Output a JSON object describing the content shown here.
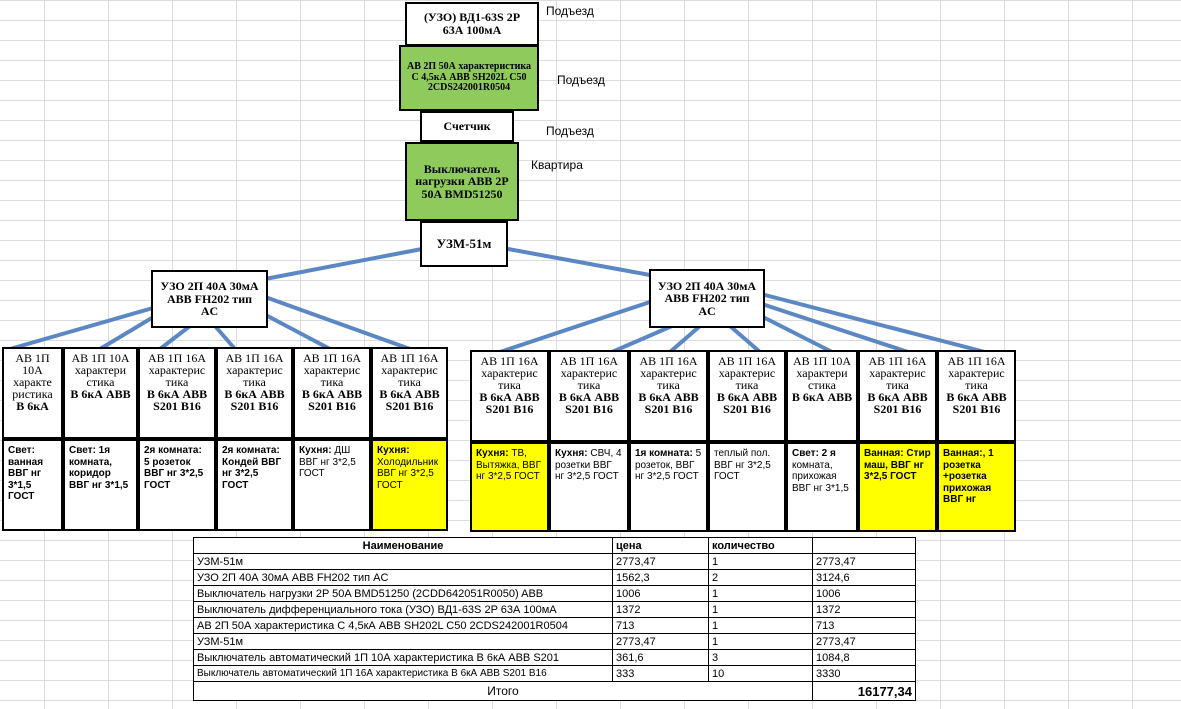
{
  "top": {
    "rcd_main": "(УЗО) ВД1-63S 2P 63А 100мА",
    "breaker_main": "АВ 2П 50А характеристика С 4,5кА ABB SH202L C50 2CDS242001R0504",
    "meter": "Счетчик",
    "load_switch": "Выключатель нагрузки ABB 2P 50A BMD51250",
    "relay": "УЗМ-51м"
  },
  "side_labels": {
    "a": "Подъезд",
    "b": "Подъезд",
    "c": "Подъезд",
    "d": "Квартира"
  },
  "rcd_left": "УЗО 2П 40А 30мА ABB FH202 тип AC",
  "rcd_right": "УЗО 2П 40А 30мА ABB FH202 тип AC",
  "breakers_left": [
    {
      "text": "АВ 1П 10А характе ристика",
      "bold": "В 6кА"
    },
    {
      "text": "АВ 1П 10А характери стика",
      "bold": "В 6кА ABB"
    },
    {
      "text": "АВ 1П 16А характерис тика",
      "bold": "В 6кА ABB S201 B16"
    },
    {
      "text": "АВ 1П 16А характерис тика",
      "bold": "В 6кА ABB S201 B16"
    },
    {
      "text": "АВ 1П 16А характерис тика",
      "bold": "В 6кА ABB S201 B16"
    },
    {
      "text": "АВ 1П 16А характерис тика",
      "bold": "В 6кА ABB S201 B16"
    }
  ],
  "breakers_right": [
    {
      "text": "АВ 1П 16А характерис тика",
      "bold": "В 6кА ABB S201 B16"
    },
    {
      "text": "АВ 1П 16А характерис тика",
      "bold": "В 6кА ABB S201 B16"
    },
    {
      "text": "АВ 1П 16А характерис тика",
      "bold": "В 6кА ABB S201 B16"
    },
    {
      "text": "АВ 1П 16А характерис тика",
      "bold": "В 6кА ABB S201 B16"
    },
    {
      "text": "АВ 1П 10А характери стика",
      "bold": "В 6кА ABB"
    },
    {
      "text": "АВ 1П 16А характерис тика",
      "bold": "В 6кА ABB S201 B16"
    },
    {
      "text": "АВ 1П 16А характерис тика",
      "bold": "В 6кА ABB S201 B16"
    }
  ],
  "circuits_left": [
    {
      "key": "Свет:",
      "text": "ванная ВВГ нг 3*1,5 ГОСТ",
      "style": "bold"
    },
    {
      "key": "Свет: 1я",
      "text": "комната, коридор ВВГ нг 3*1,5",
      "style": "bold"
    },
    {
      "key": "2я комната:",
      "text": "5 розеток ВВГ нг 3*2,5 ГОСТ",
      "style": "mixed"
    },
    {
      "key": "2я комната:",
      "text": "Кондей ВВГ нг 3*2,5 ГОСТ",
      "style": "mixed"
    },
    {
      "key": "Кухня:",
      "text": "ДШ ВВГ нг 3*2,5 ГОСТ",
      "style": "mixed"
    },
    {
      "key": "Кухня:",
      "text": "Холодильник ВВГ нг 3*2,5 ГОСТ",
      "style": "yellow"
    }
  ],
  "circuits_right": [
    {
      "key": "Кухня:",
      "text": "ТВ, Вытяжка, ВВГ нг 3*2,5 ГОСТ",
      "style": "yellow"
    },
    {
      "key": "Кухня:",
      "text": "СВЧ, 4 розетки ВВГ нг 3*2,5 ГОСТ",
      "style": "mixed"
    },
    {
      "key": "1я комната:",
      "text": "5 розеток, ВВГ нг 3*2,5 ГОСТ",
      "style": "mixed"
    },
    {
      "key": "",
      "text": "теплый пол. ВВГ нг 3*2,5 ГОСТ",
      "style": "mixed"
    },
    {
      "key": "Свет: 2 я",
      "text": "комната, прихожая ВВГ нг 3*1,5",
      "style": "mixed"
    },
    {
      "key": "Ванная:",
      "text": "Стир маш, ВВГ нг 3*2,5 ГОСТ",
      "style": "yellow"
    },
    {
      "key": "Ванная:",
      "text": ", 1 розетка +розетка прихожая ВВГ нг",
      "style": "yellow"
    }
  ],
  "table": {
    "headers": [
      "Наименование",
      "цена",
      "количество",
      ""
    ],
    "rows": [
      [
        "УЗМ-51м",
        "2773,47",
        "1",
        "2773,47"
      ],
      [
        "УЗО 2П 40А 30мА ABB FH202 тип AC",
        "1562,3",
        "2",
        "3124,6"
      ],
      [
        "Выключатель нагрузки 2P 50A BMD51250 (2CDD642051R0050) ABB",
        "1006",
        "1",
        "1006"
      ],
      [
        "Выключатель дифференциального тока (УЗО) ВД1-63S 2P 63А 100мА",
        "1372",
        "1",
        "1372"
      ],
      [
        "АВ 2П 50А характеристика С 4,5кА ABB SH202L C50 2CDS242001R0504",
        "713",
        "1",
        "713"
      ],
      [
        "УЗМ-51м",
        "2773,47",
        "1",
        "2773,47"
      ],
      [
        "Выключатель автоматический 1П 10А характеристика В 6кА ABB S201",
        "361,6",
        "3",
        "1084,8"
      ],
      [
        "Выключатель автоматический 1П 16А характеристика В 6кА ABB S201 B16",
        "333",
        "10",
        "3330"
      ]
    ],
    "total_label": "Итого",
    "total_value": "16177,34"
  },
  "colors": {
    "green": "#8fca5c",
    "yellow": "#ffff00",
    "line": "#5b87c5"
  }
}
